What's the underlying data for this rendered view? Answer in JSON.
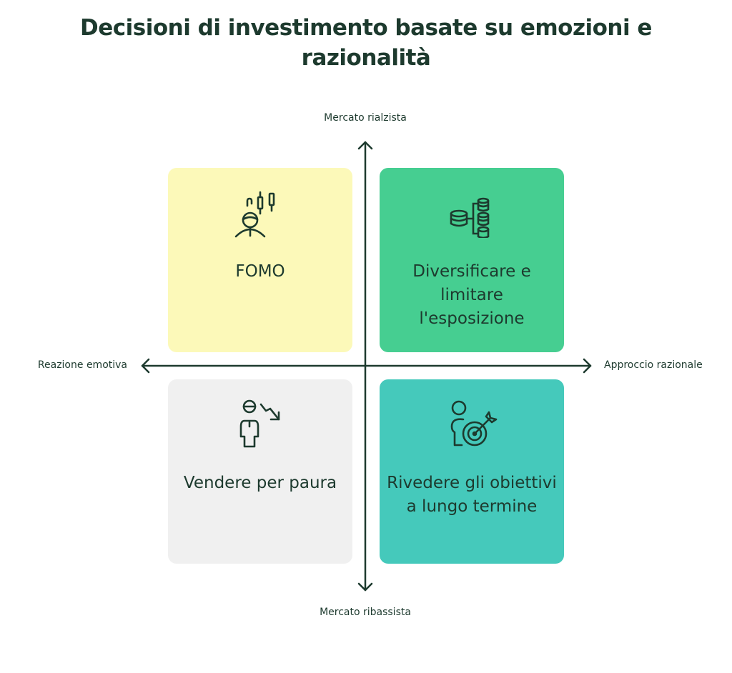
{
  "title": "Decisioni di investimento basate su emozioni e razionalità",
  "axes": {
    "top": "Mercato rialzista",
    "bottom": "Mercato ribassista",
    "left": "Reazione emotiva",
    "right": "Approccio razionale"
  },
  "quadrants": [
    {
      "label": "FOMO",
      "icon": "person-candlestick-icon",
      "color": "#FCF9B9"
    },
    {
      "label": "Diversificare e limitare l'esposizione",
      "icon": "database-split-icon",
      "color": "#46CE91"
    },
    {
      "label": "Vendere per paura",
      "icon": "person-downtrend-icon",
      "color": "#F0F0F0"
    },
    {
      "label": "Rivedere gli obiettivi a lungo termine",
      "icon": "person-target-icon",
      "color": "#45C9BB"
    }
  ]
}
